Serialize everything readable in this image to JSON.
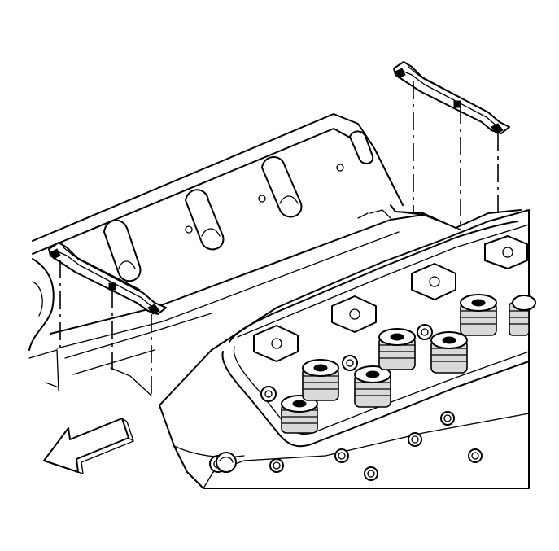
{
  "diagram": {
    "parts": [
      {
        "name": "upper-oil-deflector-bracket"
      },
      {
        "name": "lower-oil-deflector-bracket"
      },
      {
        "name": "cylinder-head"
      },
      {
        "name": "engine-block-valley"
      }
    ],
    "direction_arrow": {
      "points_to": "front-of-engine"
    },
    "colors": {
      "line": "#000000",
      "fill": "#ffffff",
      "shade": "#d9d9d9"
    }
  }
}
